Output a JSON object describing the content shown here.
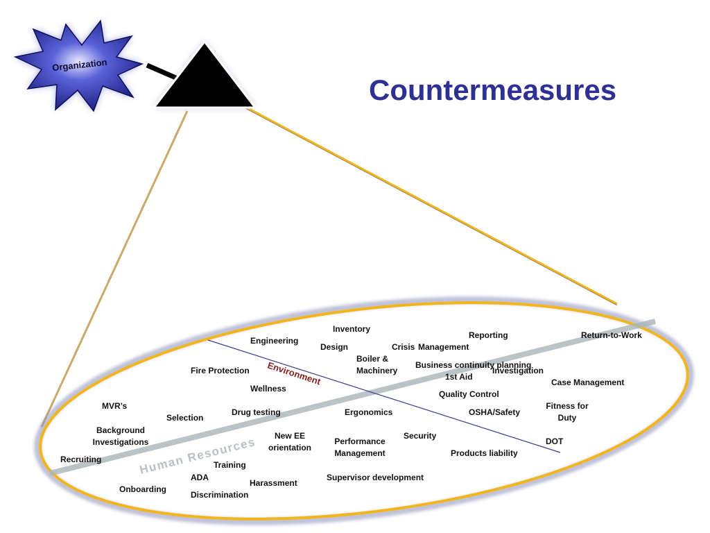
{
  "title": "Countermeasures",
  "badge": "Organization",
  "axis_labels": {
    "environment": "Environment",
    "human_resources": "Human Resources"
  },
  "colors": {
    "title": "#2e3192",
    "ring": "#f2b51c",
    "environment": "#8b1a1a",
    "hr": "#aab5b8",
    "star": "#2a2fa0"
  },
  "items": {
    "inventory": "Inventory",
    "engineering": "Engineering",
    "reporting": "Reporting",
    "return_to_work": "Return-to-Work",
    "design": "Design",
    "crisis": "Crisis",
    "management": "Management",
    "boiler_1": "Boiler &",
    "boiler_2": "Machinery",
    "business_continuity": "Business continuity planning",
    "fire_protection": "Fire Protection",
    "first_aid": "1st Aid",
    "investigation": "Investigation",
    "case_management": "Case Management",
    "wellness": "Wellness",
    "quality_control": "Quality Control",
    "mvrs": "MVR’s",
    "fitness_1": "Fitness for",
    "fitness_2": "Duty",
    "drug_testing": "Drug testing",
    "ergonomics": "Ergonomics",
    "osha": "OSHA/Safety",
    "selection": "Selection",
    "background_1": "Background",
    "background_2": "Investigations",
    "new_ee_1": "New EE",
    "new_ee_2": "orientation",
    "security": "Security",
    "performance_1": "Performance",
    "performance_2": "Management",
    "dot": "DOT",
    "recruiting": "Recruiting",
    "products_liability": "Products liability",
    "training": "Training",
    "ada": "ADA",
    "harassment": "Harassment",
    "supervisor_development": "Supervisor development",
    "onboarding": "Onboarding",
    "discrimination": "Discrimination"
  }
}
